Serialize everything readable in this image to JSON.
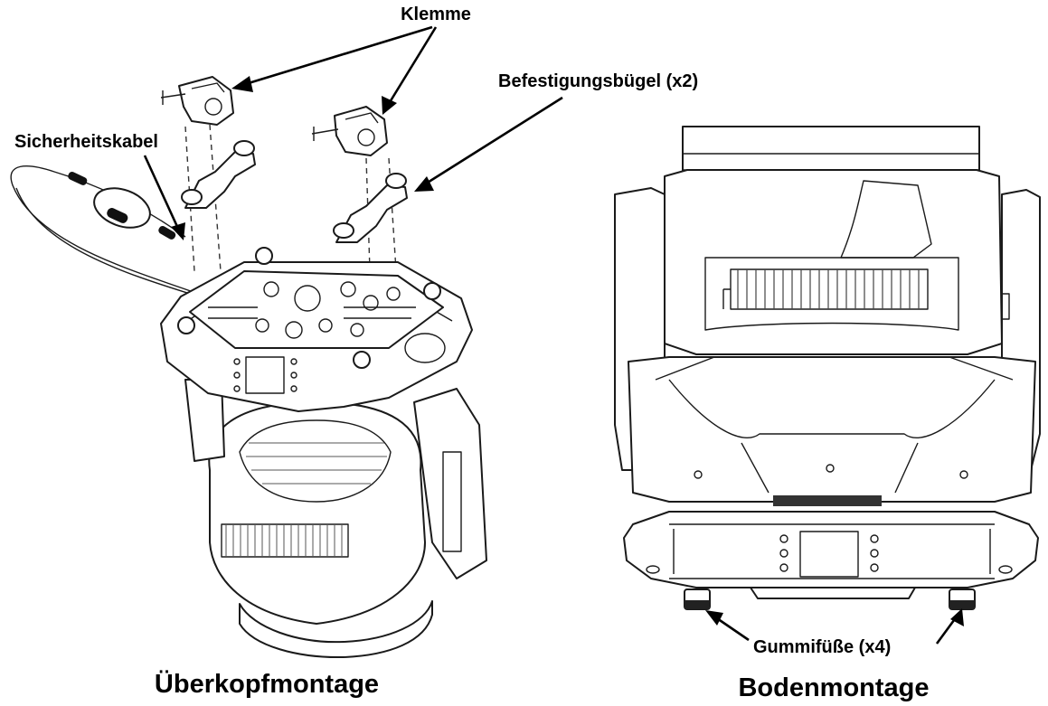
{
  "labels": {
    "clamp": "Klemme",
    "bracket": "Befestigungsbügel (x2)",
    "safety_cable": "Sicherheitskabel",
    "rubber_feet": "Gummifüße (x4)",
    "overhead_mount": "Überkopfmontage",
    "floor_mount": "Bodenmontage"
  }
}
